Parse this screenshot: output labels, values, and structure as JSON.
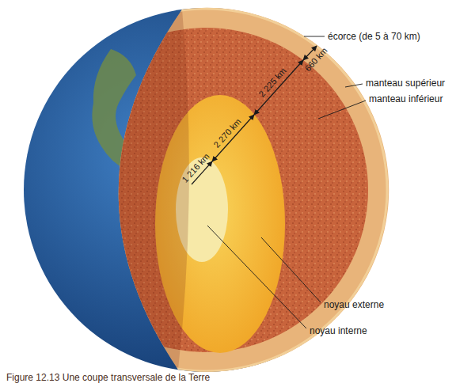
{
  "diagram": {
    "caption": "Figure 12.13 Une coupe transversale de la Terre",
    "labels": [
      "écorce (de 5 à 70 km)",
      "660 km",
      "manteau supérieur",
      "2 225 km",
      "manteau inférieur",
      "2 270 km",
      "1 216 km",
      "noyau externe",
      "noyau interne"
    ]
  }
}
